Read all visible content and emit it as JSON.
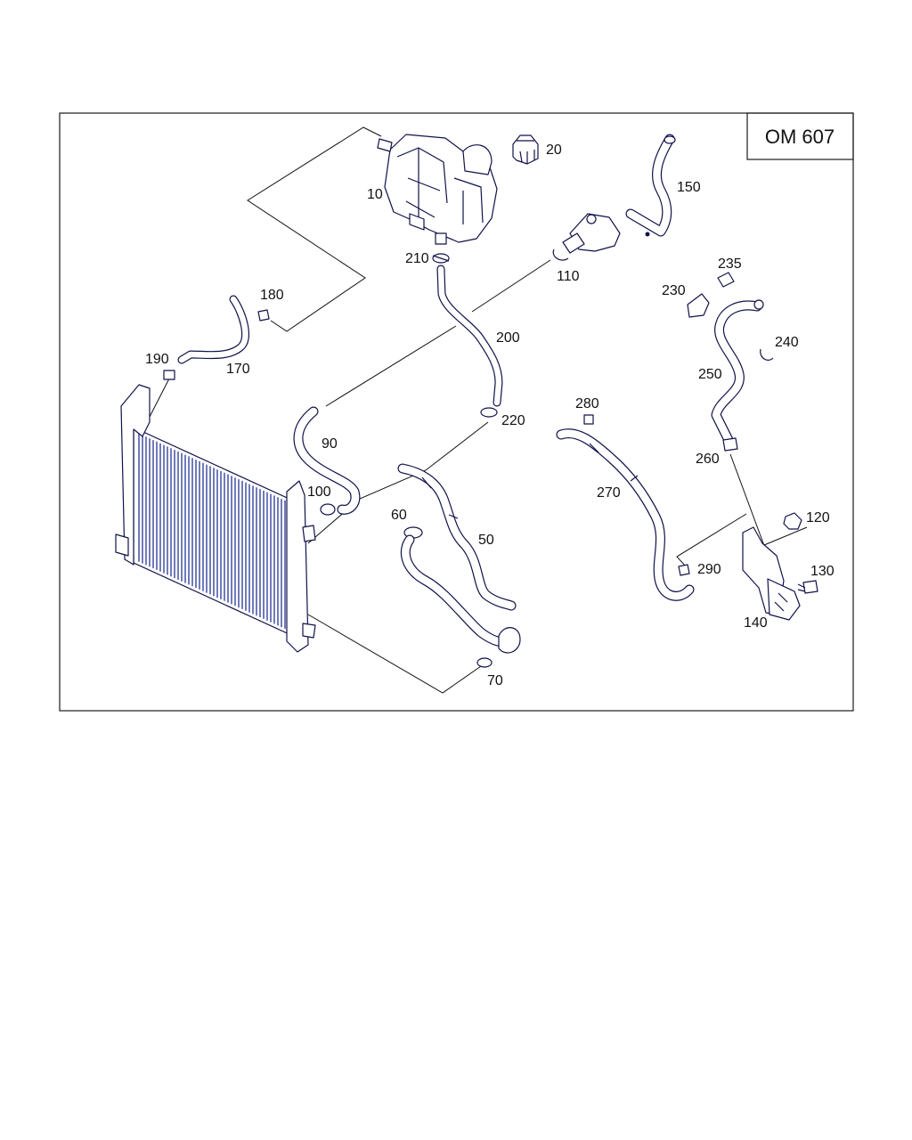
{
  "engine_label": "OM 607",
  "callouts": [
    {
      "id": "c10",
      "text": "10"
    },
    {
      "id": "c20",
      "text": "20"
    },
    {
      "id": "c150",
      "text": "150"
    },
    {
      "id": "c210",
      "text": "210"
    },
    {
      "id": "c110",
      "text": "110"
    },
    {
      "id": "c200",
      "text": "200"
    },
    {
      "id": "c180",
      "text": "180"
    },
    {
      "id": "c170",
      "text": "170"
    },
    {
      "id": "c190",
      "text": "190"
    },
    {
      "id": "c235",
      "text": "235"
    },
    {
      "id": "c230",
      "text": "230"
    },
    {
      "id": "c240",
      "text": "240"
    },
    {
      "id": "c250",
      "text": "250"
    },
    {
      "id": "c220",
      "text": "220"
    },
    {
      "id": "c280",
      "text": "280"
    },
    {
      "id": "c90",
      "text": "90"
    },
    {
      "id": "c260",
      "text": "260"
    },
    {
      "id": "c100",
      "text": "100"
    },
    {
      "id": "c270",
      "text": "270"
    },
    {
      "id": "c60",
      "text": "60"
    },
    {
      "id": "c50",
      "text": "50"
    },
    {
      "id": "c120",
      "text": "120"
    },
    {
      "id": "c130",
      "text": "130"
    },
    {
      "id": "c290",
      "text": "290"
    },
    {
      "id": "c140",
      "text": "140"
    },
    {
      "id": "c70",
      "text": "70"
    }
  ]
}
